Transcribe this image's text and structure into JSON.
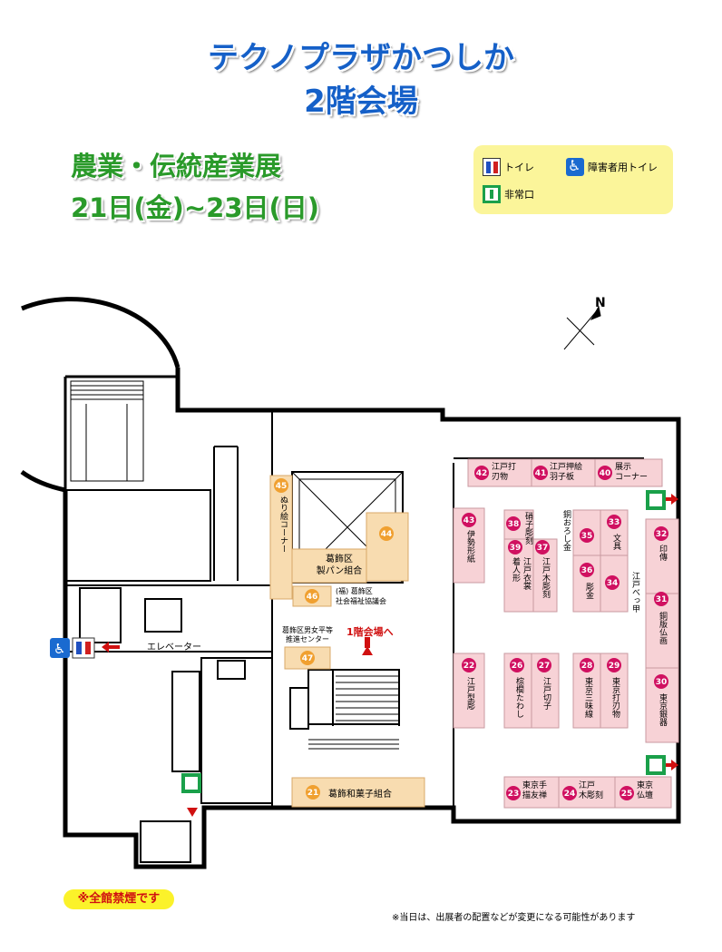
{
  "header": {
    "title_line1": "テクノプラザかつしか",
    "title_line2": "2階会場"
  },
  "event": {
    "name": "農業・伝統産業展",
    "dates": "21日(金)~23日(日)"
  },
  "legend": {
    "toilet": "トイレ",
    "accessible_toilet": "障害者用トイレ",
    "emergency_exit": "非常口"
  },
  "map": {
    "north": "N",
    "elevator": "エレベーター",
    "to_first_floor": "1階会場へ",
    "nuri_corner": "ぬり絵コーナー",
    "booth44": [
      "葛飾区",
      "製パン組合"
    ],
    "booth46": [
      "(福) 葛飾区",
      "社会福祉協議会"
    ],
    "booth47_label": [
      "葛飾区男女平等",
      "推進センター"
    ],
    "booth21": "葛飾和菓子組合",
    "booths": [
      {
        "no": "42",
        "lines": [
          "江戸打",
          "刃物"
        ]
      },
      {
        "no": "41",
        "lines": [
          "江戸押絵",
          "羽子板"
        ]
      },
      {
        "no": "40",
        "lines": [
          "展示",
          "コーナー"
        ]
      },
      {
        "no": "43",
        "lines": [
          "伊勢形紙"
        ]
      },
      {
        "no": "38",
        "lines": [
          "硝子",
          "彫刻"
        ]
      },
      {
        "no": "39",
        "lines": [
          "着人形"
        ]
      },
      {
        "no": "37",
        "lines": [
          "江戸木彫刻"
        ]
      },
      {
        "no": "35",
        "lines": [
          "銅おろし金"
        ]
      },
      {
        "no": "33",
        "lines": [
          "文具"
        ]
      },
      {
        "no": "36",
        "lines": [
          "彫金"
        ]
      },
      {
        "no": "34",
        "lines": [
          "江戸べっ甲"
        ]
      },
      {
        "no": "32",
        "lines": [
          "印傳"
        ]
      },
      {
        "no": "31",
        "lines": [
          "銅版仏画"
        ]
      },
      {
        "no": "30",
        "lines": [
          "東京銀器"
        ]
      },
      {
        "no": "22",
        "lines": [
          "江戸型彫"
        ]
      },
      {
        "no": "26",
        "lines": [
          "棕櫚たわし"
        ]
      },
      {
        "no": "27",
        "lines": [
          "江戸切子"
        ]
      },
      {
        "no": "28",
        "lines": [
          "東京三味線"
        ]
      },
      {
        "no": "29",
        "lines": [
          "東京打刃物"
        ]
      },
      {
        "no": "23",
        "lines": [
          "東京手",
          "描友禅"
        ]
      },
      {
        "no": "24",
        "lines": [
          "江戸",
          "木彫刻"
        ]
      },
      {
        "no": "25",
        "lines": [
          "東京",
          "仏壇"
        ]
      },
      {
        "no": "45",
        "lines": []
      },
      {
        "no": "44",
        "lines": []
      },
      {
        "no": "46",
        "lines": []
      },
      {
        "no": "47",
        "lines": []
      },
      {
        "no": "21",
        "lines": []
      },
      {
        "no": "",
        "lines": [
          "江戸衣裳"
        ]
      }
    ]
  },
  "footer": {
    "no_smoking": "※全館禁煙です",
    "note": "※当日は、出展者の配置などが変更になる可能性があります"
  },
  "colors": {
    "title_blue": "#1560c8",
    "event_green": "#2a9a2a",
    "booth_pink": "#f7d2d6",
    "booth_orange": "#f8dcb0",
    "badge_magenta": "#d01060",
    "badge_orange": "#f0a030",
    "legend_yellow": "#fbf59a",
    "exit_green": "#1aa04a"
  }
}
